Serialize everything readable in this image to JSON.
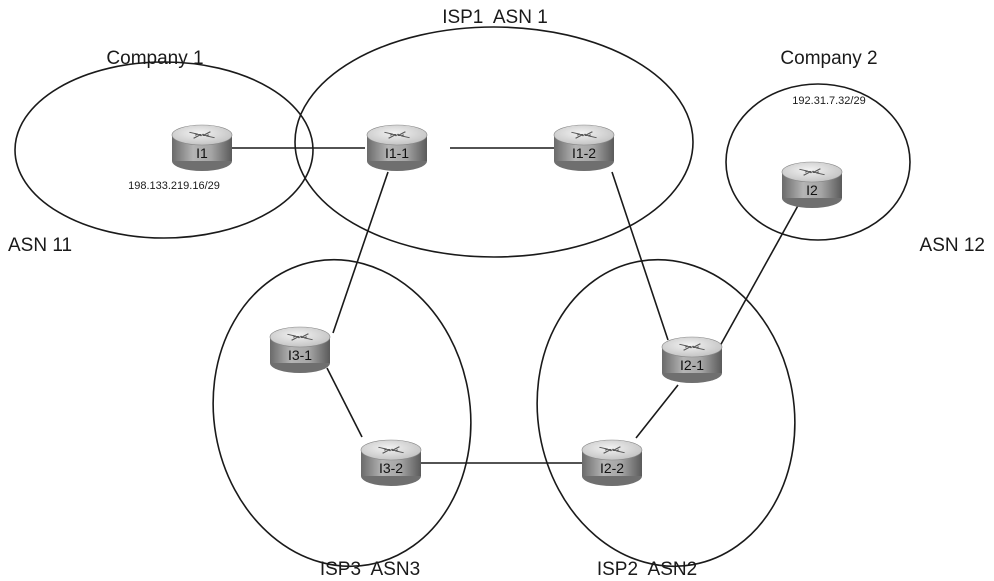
{
  "regions": {
    "company1": {
      "name": "Company 1",
      "asn": "ASN 11",
      "prefix": "198.133.219.16/29"
    },
    "isp1": {
      "label": "ISP1  ASN 1"
    },
    "company2": {
      "name": "Company 2",
      "asn": "ASN 12",
      "prefix": "192.31.7.32/29"
    },
    "isp3": {
      "label": "ISP3  ASN3"
    },
    "isp2": {
      "label": "ISP2  ASN2"
    }
  },
  "routers": {
    "i1": "I1",
    "i1_1": "I1-1",
    "i1_2": "I1-2",
    "i2": "I2",
    "i2_1": "I2-1",
    "i2_2": "I2-2",
    "i3_1": "I3-1",
    "i3_2": "I3-2"
  },
  "links": [
    [
      "I1",
      "I1-1"
    ],
    [
      "I1-1",
      "I1-2"
    ],
    [
      "I1-1",
      "I3-1"
    ],
    [
      "I1-2",
      "I2-1"
    ],
    [
      "I2",
      "I2-1"
    ],
    [
      "I3-1",
      "I3-2"
    ],
    [
      "I3-2",
      "I2-2"
    ],
    [
      "I2-1",
      "I2-2"
    ]
  ],
  "colors": {
    "router_top": "#e6e6e6",
    "router_body": "#9c9c9c",
    "router_dark": "#5e5e5e",
    "line": "#1a1a1a"
  }
}
